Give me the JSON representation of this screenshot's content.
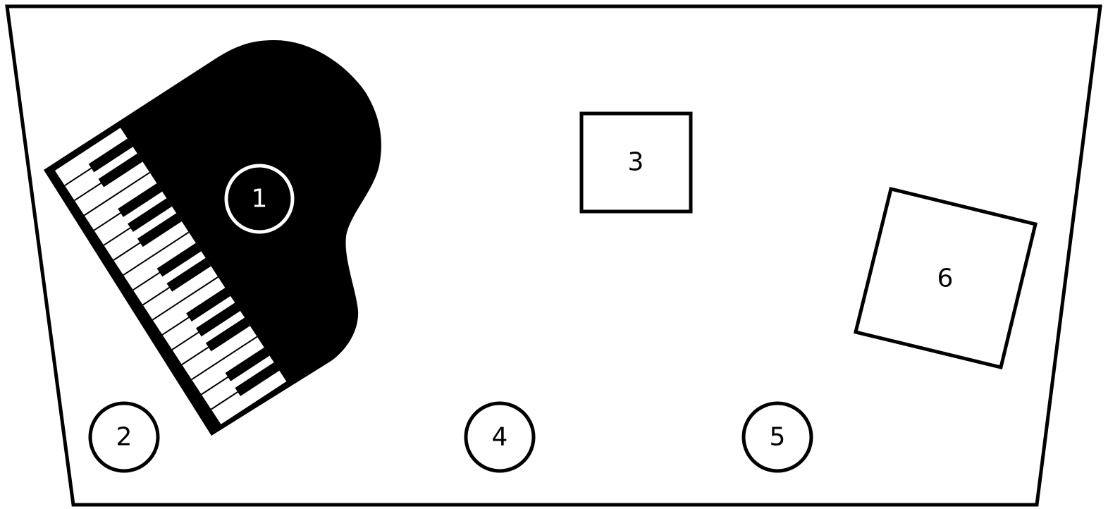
{
  "stage": {
    "labels": [
      "1",
      "2",
      "3",
      "4",
      "5",
      "6"
    ]
  },
  "colors": {
    "ink": "#000000",
    "paper": "#ffffff"
  },
  "icons": {
    "piano": "grand-piano-icon"
  }
}
